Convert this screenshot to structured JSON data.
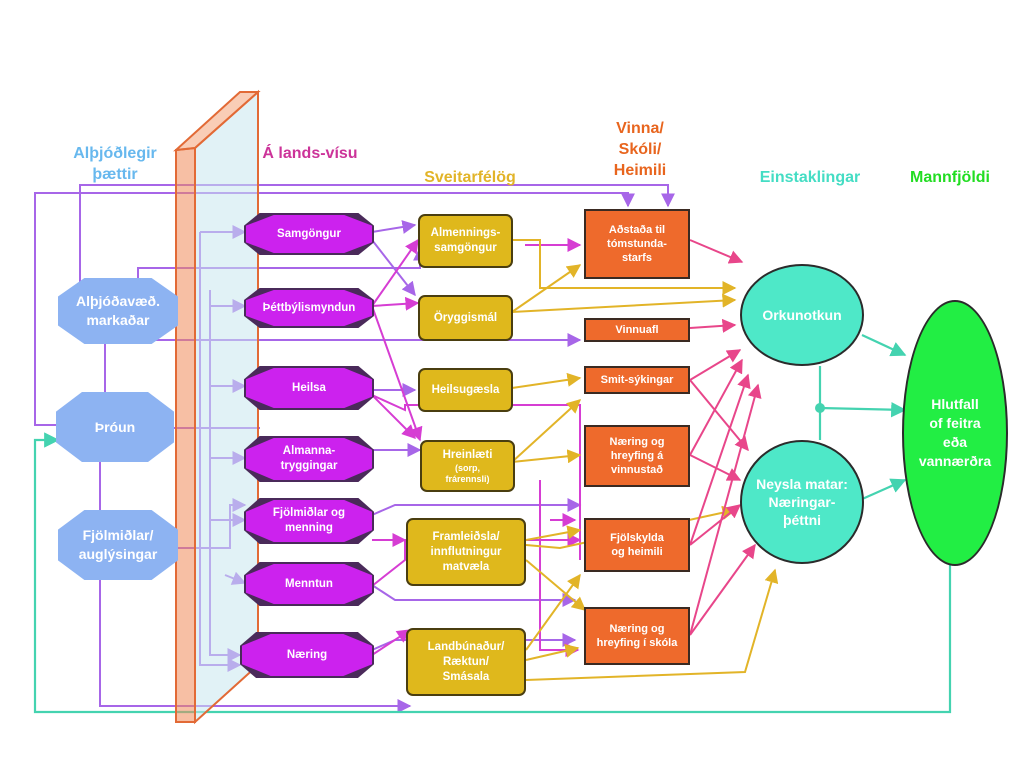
{
  "colors": {
    "global_header": "#67b8ee",
    "national_header": "#cc3399",
    "municipal_header": "#e2b428",
    "work_header": "#e8651e",
    "individual_header": "#44ddc4",
    "population_header": "#22dd22",
    "purple_arrow": "#a766e8",
    "magenta_arrow": "#d63dd3",
    "gold_arrow": "#e2b428",
    "pink_arrow": "#e8468a",
    "teal_arrow": "#44d3b0"
  },
  "headers": {
    "global": "Alþjóðlegir\nþættir",
    "national": "Á lands-vísu",
    "municipal": "Sveitarfélög",
    "work": "Vinna/\nSkóli/\nHeimili",
    "individual": "Einstaklingar",
    "population": "Mannfjöldi"
  },
  "global_factors": [
    {
      "id": "markets",
      "label": "Alþjóðavæð.\nmarkaðar"
    },
    {
      "id": "development",
      "label": "Þróun"
    },
    {
      "id": "media",
      "label": "Fjölmiðlar/\nauglýsingar"
    }
  ],
  "national_factors": [
    {
      "id": "transport",
      "label": "Samgöngur"
    },
    {
      "id": "urbanization",
      "label": "Þéttbýlismyndun"
    },
    {
      "id": "health",
      "label": "Heilsa"
    },
    {
      "id": "social_security",
      "label": "Almanna-\ntryggingar"
    },
    {
      "id": "media_culture",
      "label": "Fjölmiðlar og\nmenning"
    },
    {
      "id": "education",
      "label": "Menntun"
    },
    {
      "id": "nutrition",
      "label": "Næring"
    }
  ],
  "municipal_factors": [
    {
      "id": "public_transport",
      "label": "Almennings-\nsamgöngur",
      "note": ""
    },
    {
      "id": "safety",
      "label": "Öryggismál",
      "note": ""
    },
    {
      "id": "health_care",
      "label": "Heilsugæsla",
      "note": ""
    },
    {
      "id": "sanitation",
      "label": "Hreinlæti",
      "note": "(sorp,\nfrárennsli)"
    },
    {
      "id": "food_production",
      "label": "Framleiðsla/\ninnflutningur\nmatvæla",
      "note": ""
    },
    {
      "id": "agriculture",
      "label": "Landbúnaður/\nRæktun/\nSmásala",
      "note": ""
    }
  ],
  "work_factors": [
    {
      "id": "leisure",
      "label": "Aðstaða til\ntómstunda-\nstarfs"
    },
    {
      "id": "workforce",
      "label": "Vinnuafl"
    },
    {
      "id": "infection",
      "label": "Smit-sýkingar"
    },
    {
      "id": "workplace_nutrition",
      "label": "Næring og\nhreyfing á\nvinnustað"
    },
    {
      "id": "family",
      "label": "Fjölskylda\nog heimili"
    },
    {
      "id": "school_nutrition",
      "label": "Næring og\nhreyfing í skóla"
    }
  ],
  "individual_factors": [
    {
      "id": "energy",
      "label": "Orkunotkun"
    },
    {
      "id": "food_intake",
      "label": "Neysla matar:\nNæringar-\nþéttni"
    }
  ],
  "population_outcome": {
    "label": "Hlutfall\nof feitra\neða\nvannærðra"
  }
}
